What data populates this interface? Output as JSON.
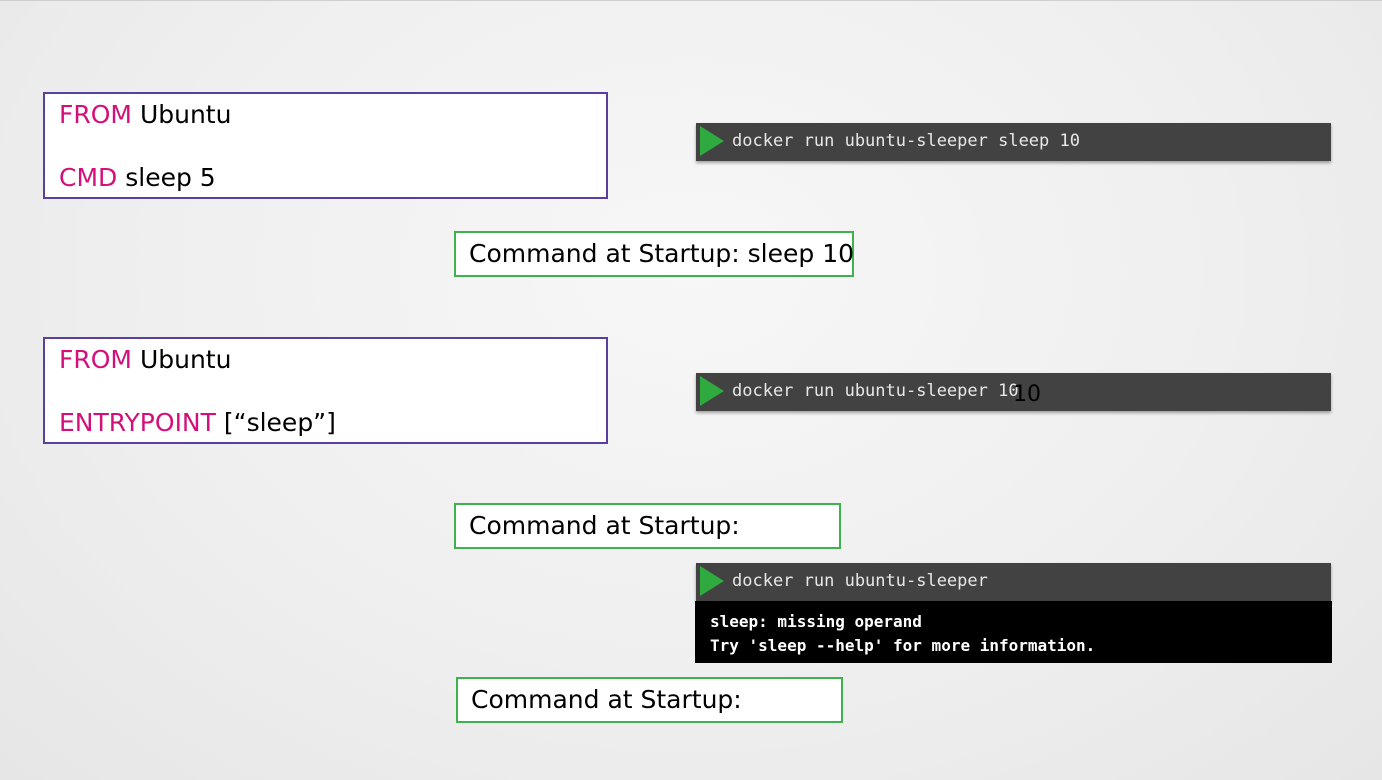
{
  "example1": {
    "dockerfile": {
      "line1_keyword": "FROM",
      "line1_value": "Ubuntu",
      "line2_keyword": "CMD",
      "line2_value": "sleep 5"
    },
    "terminal_command": "docker run ubuntu-sleeper sleep 10",
    "startup_text": "Command at Startup: sleep 10"
  },
  "example2": {
    "dockerfile": {
      "line1_keyword": "FROM",
      "line1_value": "Ubuntu",
      "line2_keyword": "ENTRYPOINT",
      "line2_value": "[“sleep”]"
    },
    "terminal_command": "docker run ubuntu-sleeper 10",
    "overlay_value": "10",
    "startup_text": "Command at Startup:"
  },
  "example3": {
    "terminal_command": "docker run ubuntu-sleeper",
    "output_lines": [
      "sleep: missing operand",
      "Try 'sleep --help' for more information."
    ],
    "startup_text": "Command at Startup:"
  },
  "colors": {
    "keyword": "#d3107a",
    "dockerfile_border": "#5b3fa0",
    "startup_border": "#3fb24f",
    "terminal_bg": "#424242",
    "play_icon": "#2faa3f"
  }
}
